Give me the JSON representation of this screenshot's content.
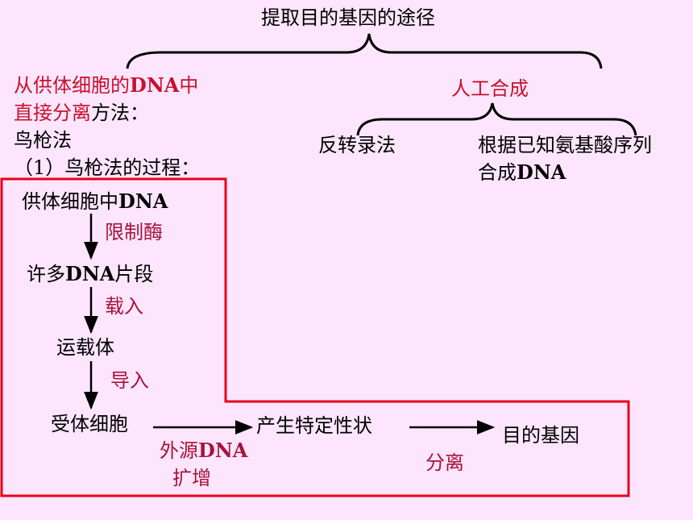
{
  "title": "提取目的基因的途径",
  "left_method": {
    "line1_a": "从供体细胞的",
    "line1_b": "DNA",
    "line1_c": "中",
    "line2_a": "直接分离",
    "line2_b": "方法：",
    "line3": "鸟枪法",
    "line4": "（1）鸟枪法的过程："
  },
  "right_method": {
    "label": "人工合成",
    "reverse": "反转录法",
    "aa_line1": "根据已知氨基酸序列",
    "aa_line2_a": "合成",
    "aa_line2_b": "DNA"
  },
  "process": {
    "step1_a": "供体细胞中",
    "step1_b": "DNA",
    "arrow1": "限制酶",
    "step2_a": "许多",
    "step2_b": "DNA",
    "step2_c": "片段",
    "arrow2": "载入",
    "step3": "运载体",
    "arrow3": "导入",
    "step4": "受体细胞",
    "harrow1_a": "外源",
    "harrow1_b": "DNA",
    "harrow1_c": "扩增",
    "step5": "产生特定性状",
    "harrow2": "分离",
    "step6": "目的基因"
  },
  "colors": {
    "background": "#fde6fd",
    "accent_red": "#c8102e",
    "label_red": "#a8123a",
    "box_red": "#e8001c"
  }
}
